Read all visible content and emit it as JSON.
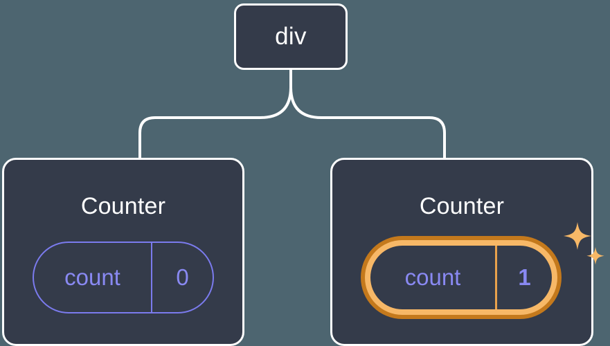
{
  "diagram": {
    "background_color": "#4d6570",
    "node_fill_color": "#343b4a",
    "node_border_color": "#ffffff",
    "connector_color": "#ffffff",
    "state_color": "#8989f2",
    "highlight_outer_color": "#c4791c",
    "highlight_inner_color": "#f7b867",
    "root": {
      "label": "div"
    },
    "children": [
      {
        "title": "Counter",
        "state": {
          "key": "count",
          "value": "0"
        },
        "highlighted": false
      },
      {
        "title": "Counter",
        "state": {
          "key": "count",
          "value": "1"
        },
        "highlighted": true,
        "sparkle_icons": [
          "sparkle-large",
          "sparkle-small"
        ]
      }
    ]
  }
}
